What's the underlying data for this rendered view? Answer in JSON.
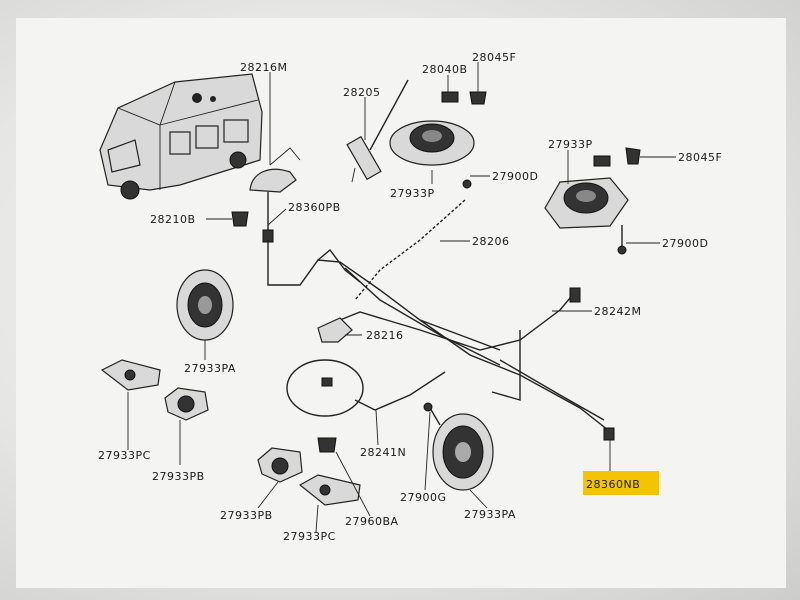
{
  "labels": {
    "l_28216M": "28216M",
    "l_28205": "28205",
    "l_28040B": "28040B",
    "l_28045F_a": "28045F",
    "l_27933P_a": "27933P",
    "l_27900D_a": "27900D",
    "l_27933P_b": "27933P",
    "l_28045F_b": "28045F",
    "l_28210B": "28210B",
    "l_28360PB": "28360PB",
    "l_28206": "28206",
    "l_27900D_b": "27900D",
    "l_28242M": "28242M",
    "l_28216": "28216",
    "l_27933PA_a": "27933PA",
    "l_27933PC_a": "27933PC",
    "l_27933PB_a": "27933PB",
    "l_28241N": "28241N",
    "l_27900G": "27900G",
    "l_27933PA_b": "27933PA",
    "l_28360NB": "28360NB",
    "l_27933PB_b": "27933PB",
    "l_27960BA": "27960BA",
    "l_27933PC_b": "27933PC"
  },
  "highlight_color": "#f5c400",
  "highlighted_part": "28360NB"
}
